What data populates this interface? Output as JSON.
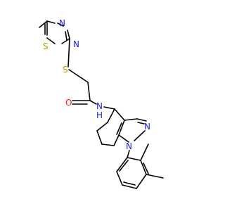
{
  "molecule": {
    "atoms": {
      "s_ring": "S",
      "n_ring_top": "N",
      "n_ring_right": "N",
      "s_link": "S",
      "o": "O",
      "nh_n": "N",
      "nh_h": "H",
      "n_pyrazole_top": "N",
      "n_pyrazole_bottom": "N"
    },
    "colors": {
      "sulfur": "#b5a000",
      "nitrogen": "#1a1aff",
      "oxygen": "#ff1a1a",
      "carbon_bond": "#000000",
      "background": "#ffffff"
    }
  }
}
